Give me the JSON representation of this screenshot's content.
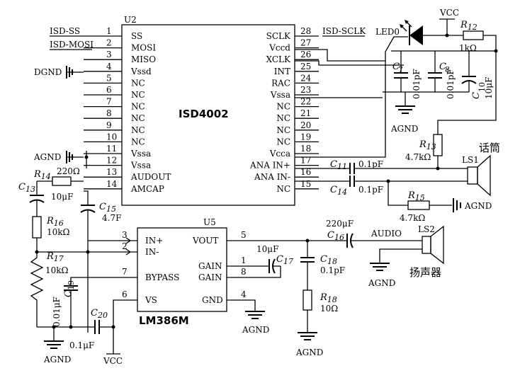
{
  "u2": {
    "ref": "U2",
    "name": "ISD4002",
    "left_pins": [
      {
        "num": "1",
        "name": "SS"
      },
      {
        "num": "2",
        "name": "MOSI"
      },
      {
        "num": "3",
        "name": "MISO"
      },
      {
        "num": "4",
        "name": "Vssd"
      },
      {
        "num": "5",
        "name": "NC"
      },
      {
        "num": "6",
        "name": "NC"
      },
      {
        "num": "7",
        "name": "NC"
      },
      {
        "num": "8",
        "name": "NC"
      },
      {
        "num": "9",
        "name": "NC"
      },
      {
        "num": "10",
        "name": "NC"
      },
      {
        "num": "11",
        "name": "Vssa"
      },
      {
        "num": "12",
        "name": "Vssa"
      },
      {
        "num": "13",
        "name": "AUDOUT"
      },
      {
        "num": "14",
        "name": "AMCAP"
      }
    ],
    "right_pins": [
      {
        "num": "28",
        "name": "SCLK"
      },
      {
        "num": "27",
        "name": "Vccd"
      },
      {
        "num": "26",
        "name": "XCLK"
      },
      {
        "num": "25",
        "name": "INT"
      },
      {
        "num": "24",
        "name": "RAC"
      },
      {
        "num": "23",
        "name": "Vssa"
      },
      {
        "num": "22",
        "name": "NC"
      },
      {
        "num": "21",
        "name": "NC"
      },
      {
        "num": "20",
        "name": "NC"
      },
      {
        "num": "19",
        "name": "NC"
      },
      {
        "num": "18",
        "name": "Vcca"
      },
      {
        "num": "17",
        "name": "ANA IN+"
      },
      {
        "num": "16",
        "name": "ANA IN-"
      },
      {
        "num": "15",
        "name": "NC"
      }
    ]
  },
  "u5": {
    "ref": "U5",
    "name": "LM386M",
    "pins": {
      "p3": {
        "num": "3",
        "name": "IN+"
      },
      "p2": {
        "num": "2",
        "name": "IN-"
      },
      "p7": {
        "num": "7",
        "name": "BYPASS"
      },
      "p6": {
        "num": "6",
        "name": "VS"
      },
      "p5": {
        "num": "5",
        "name": "VOUT"
      },
      "p1": {
        "num": "1",
        "name": "GAIN"
      },
      "p8": {
        "num": "8",
        "name": "GAIN"
      },
      "p4": {
        "num": "4",
        "name": "GND"
      }
    }
  },
  "nets": {
    "isd_ss": "ISD-SS",
    "isd_mosi": "ISD-MOSI",
    "isd_sclk": "ISD-SCLK",
    "dgnd": "DGND",
    "agnd": "AGND",
    "vcc": "VCC",
    "audio": "AUDIO"
  },
  "components": {
    "led": "LED0",
    "r12_ref": "R",
    "r12_sub": "12",
    "r12_val": "1kΩ",
    "c7_ref": "C",
    "c7_sub": "7",
    "c7_val": "0.01pF",
    "c8_ref": "C",
    "c8_sub": "8",
    "c8_val": "0.01pF",
    "c10_ref": "C",
    "c10_sub": "10",
    "c10_val": "10μF",
    "r13_ref": "R",
    "r13_sub": "13",
    "r13_val": "4.7kΩ",
    "c11_ref": "C",
    "c11_sub": "11",
    "c11_val": "0.1pF",
    "c14_ref": "C",
    "c14_sub": "14",
    "c14_val": "0.1pF",
    "r15_ref": "R",
    "r15_sub": "15",
    "r15_val": "4.7kΩ",
    "r14_ref": "R",
    "r14_sub": "14",
    "r14_val": "220Ω",
    "c13_ref": "C",
    "c13_sub": "13",
    "c13_val": "10μF",
    "c15_ref": "C",
    "c15_sub": "15",
    "c15_val": "4.7F",
    "r16_ref": "R",
    "r16_sub": "16",
    "r16_val": "10kΩ",
    "r17_ref": "R",
    "r17_sub": "17",
    "r17_val": "10kΩ",
    "c19_ref": "C",
    "c19_sub": "19",
    "c19_val": "0.01μF",
    "c20_ref": "C",
    "c20_sub": "20",
    "c20_val": "0.1μF",
    "c16_ref": "C",
    "c16_sub": "16",
    "c16_val": "220μF",
    "c17_ref": "C",
    "c17_sub": "17",
    "c17_val": "10μF",
    "c18_ref": "C",
    "c18_sub": "18",
    "c18_val": "0.1pF",
    "r18_ref": "R",
    "r18_sub": "18",
    "r18_val": "10Ω",
    "ls1_ref": "LS1",
    "ls1_label": "话筒",
    "ls2_ref": "LS2",
    "ls2_label": "扬声器"
  }
}
